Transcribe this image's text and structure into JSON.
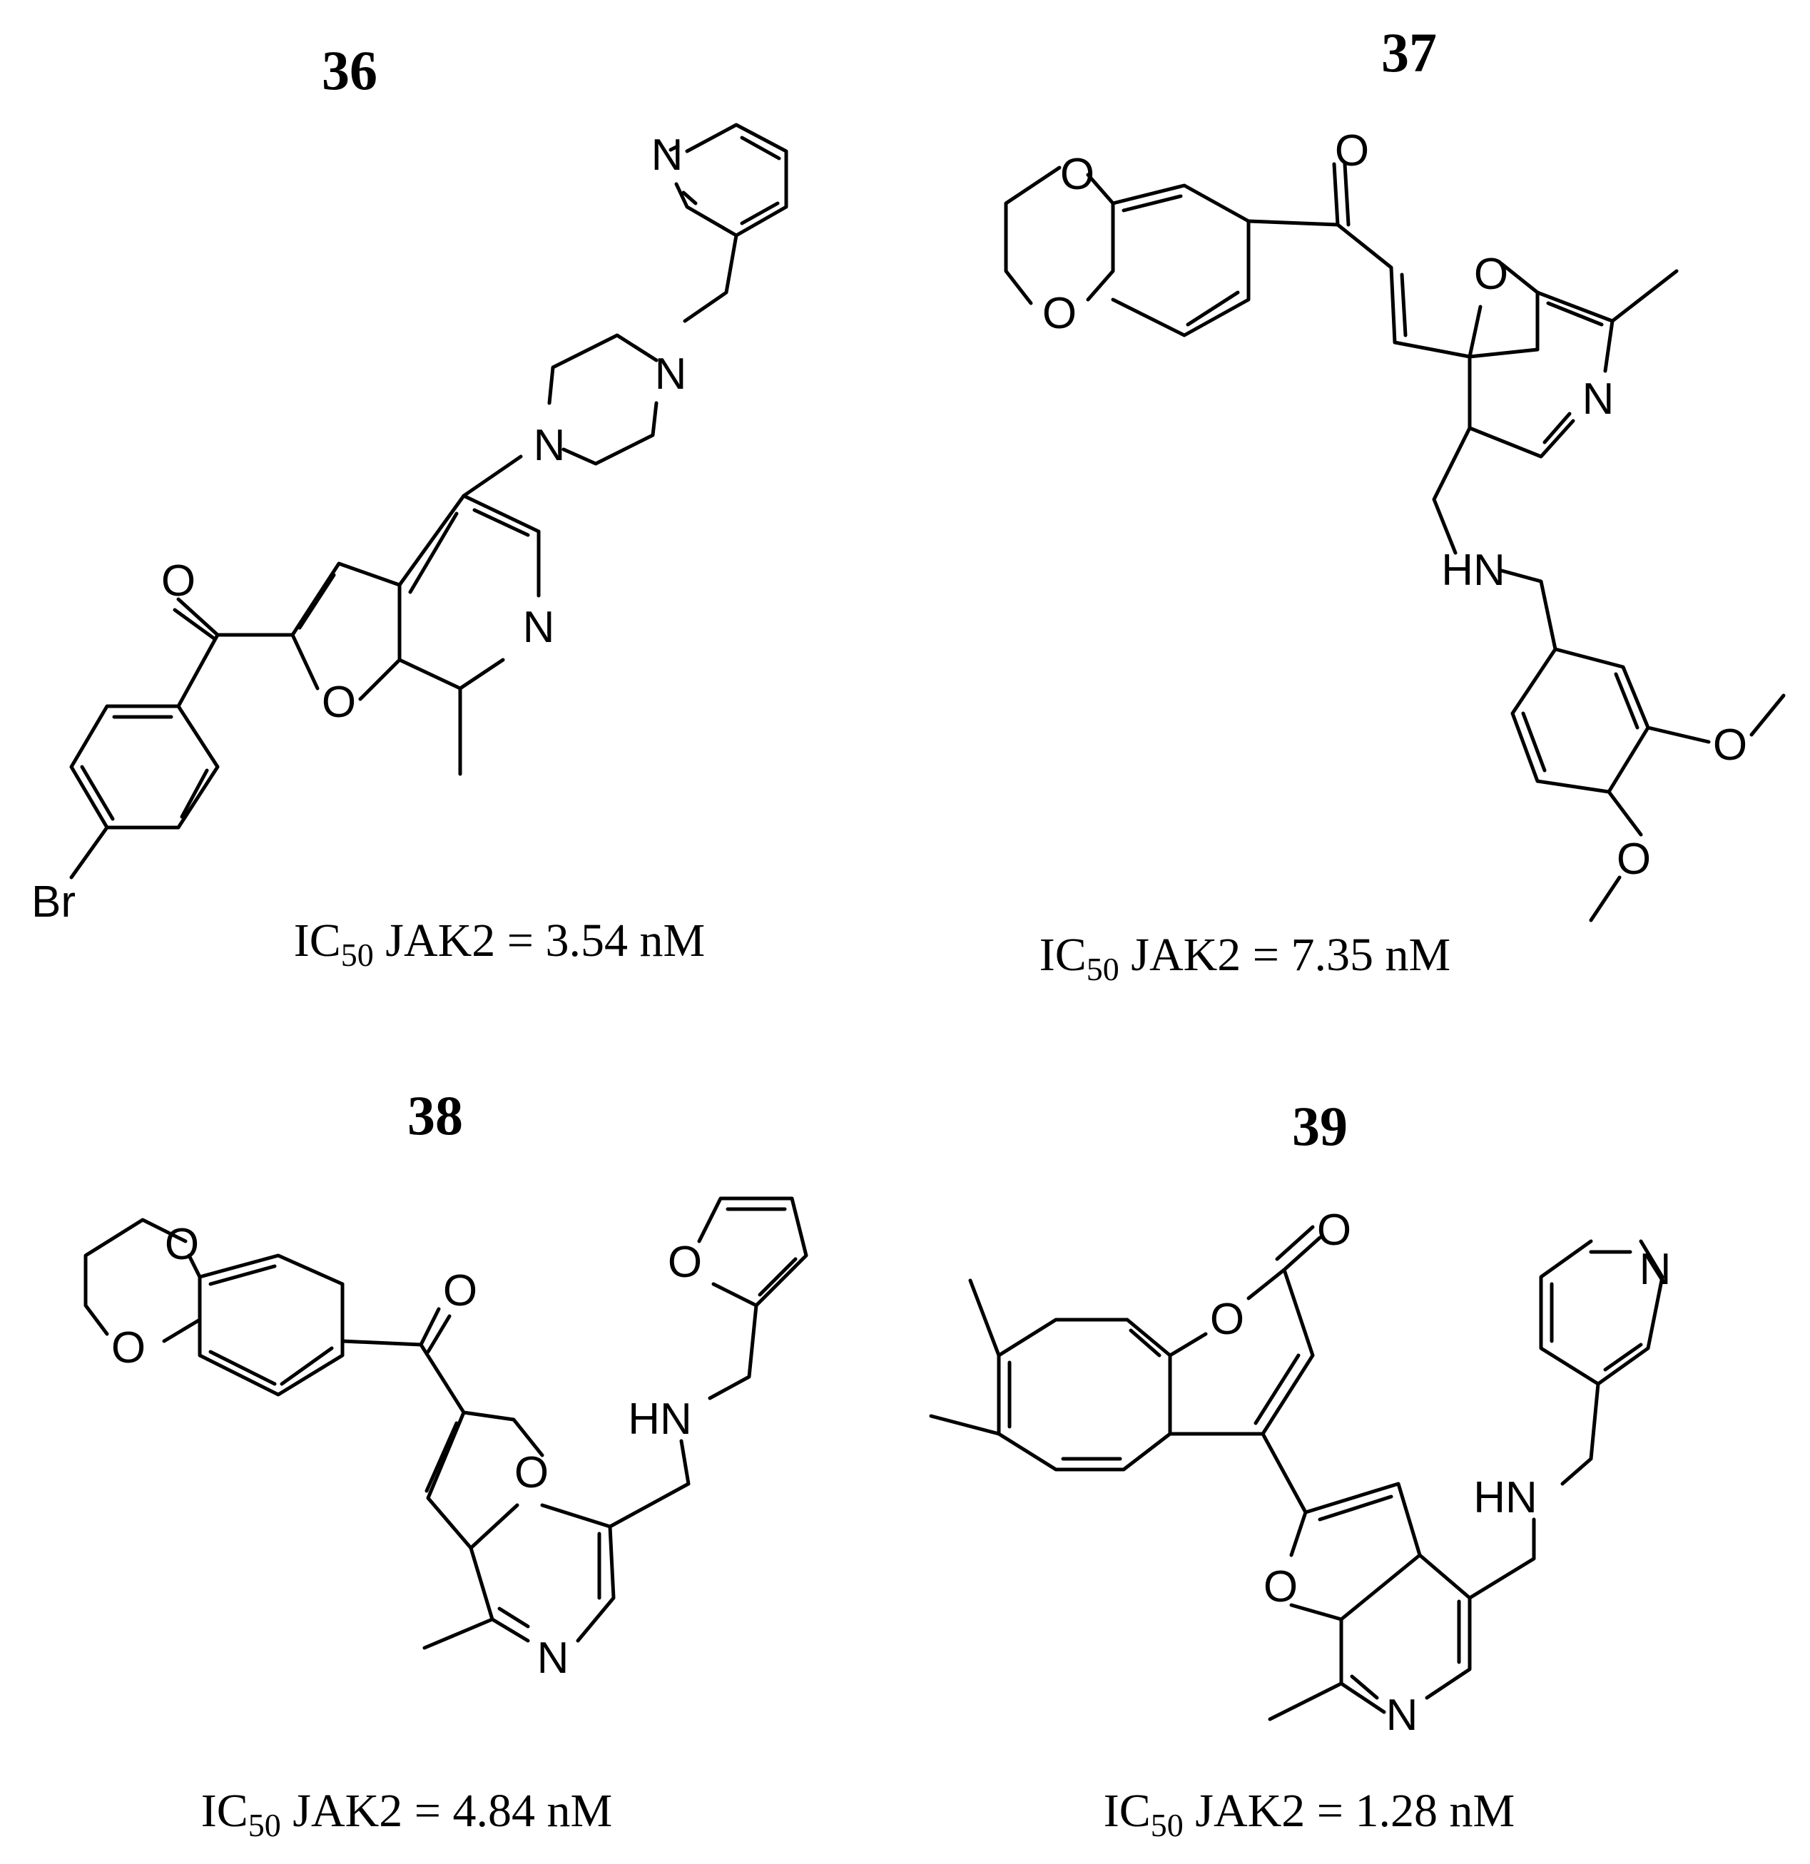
{
  "compounds": [
    {
      "number": "36",
      "ic50_prefix": "IC",
      "ic50_subscript": "50",
      "ic50_text": " JAK2 = 3.54 nM",
      "atoms": {
        "pyridine_N": "N",
        "piperazine_N_top": "N",
        "piperazine_N_bottom": "N",
        "carbonyl_O": "O",
        "furan_O": "O",
        "ring_N": "N",
        "halogen": "Br"
      }
    },
    {
      "number": "37",
      "ic50_prefix": "IC",
      "ic50_subscript": "50",
      "ic50_text": " JAK2 = 7.35 nM",
      "atoms": {
        "dioxane_O_top": "O",
        "dioxane_O_bottom": "O",
        "carbonyl_O": "O",
        "furan_O": "O",
        "ring_N": "N",
        "amine": "HN",
        "methoxy_O_1": "O",
        "methoxy_O_2": "O"
      }
    },
    {
      "number": "38",
      "ic50_prefix": "IC",
      "ic50_subscript": "50",
      "ic50_text": " JAK2 = 4.84 nM",
      "atoms": {
        "dioxane_O_top": "O",
        "dioxane_O_bottom": "O",
        "carbonyl_O": "O",
        "furan_O": "O",
        "furyl_O": "O",
        "amine": "HN",
        "ring_N": "N"
      }
    },
    {
      "number": "39",
      "ic50_prefix": "IC",
      "ic50_subscript": "50",
      "ic50_text": " JAK2 = 1.28 nM",
      "atoms": {
        "lactone_O": "O",
        "carbonyl_O": "O",
        "pyridine_N": "N",
        "amine": "HN",
        "furan_O": "O",
        "ring_N": "N"
      }
    }
  ]
}
